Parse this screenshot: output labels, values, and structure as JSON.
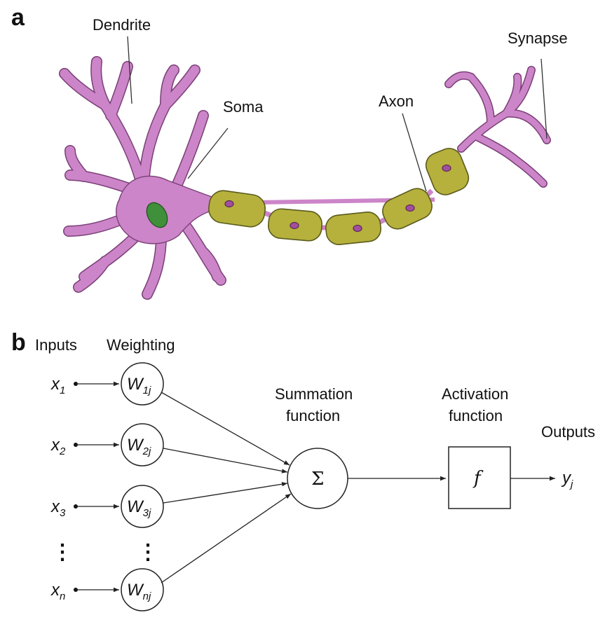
{
  "panel_a": {
    "letter": "a",
    "labels": {
      "dendrite": "Dendrite",
      "soma": "Soma",
      "axon": "Axon",
      "synapse": "Synapse"
    },
    "colors": {
      "neuron": "#cc85c8",
      "myelin": "#b5b13c",
      "nucleus": "#3f8f3b"
    }
  },
  "panel_b": {
    "letter": "b",
    "headers": {
      "inputs": "Inputs",
      "weighting": "Weighting",
      "summation_line1": "Summation",
      "summation_line2": "function",
      "activation_line1": "Activation",
      "activation_line2": "function",
      "outputs": "Outputs"
    },
    "inputs": [
      {
        "var": "x",
        "sub": "1"
      },
      {
        "var": "x",
        "sub": "2"
      },
      {
        "var": "x",
        "sub": "3"
      },
      {
        "var": "x",
        "sub": "n"
      }
    ],
    "weights": [
      {
        "var": "W",
        "sub": "1",
        "subj": "j"
      },
      {
        "var": "W",
        "sub": "2",
        "subj": "j"
      },
      {
        "var": "W",
        "sub": "3",
        "subj": "j"
      },
      {
        "var": "W",
        "sub": "n",
        "subj": "j"
      }
    ],
    "ellipsis": "⋮",
    "summation_symbol": "Σ",
    "activation_symbol": "f",
    "output": {
      "var": "y",
      "sub": "j"
    }
  }
}
